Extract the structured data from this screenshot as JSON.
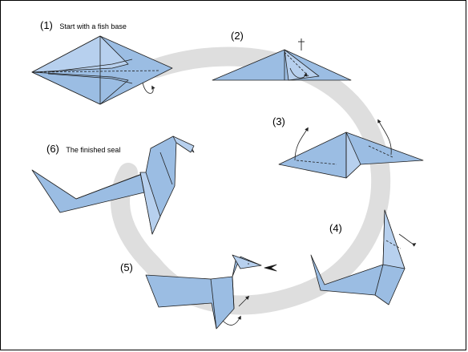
{
  "steps": [
    {
      "number": "(1)",
      "caption": "Start with a fish base"
    },
    {
      "number": "(2)",
      "caption": ""
    },
    {
      "number": "(3)",
      "caption": ""
    },
    {
      "number": "(4)",
      "caption": ""
    },
    {
      "number": "(5)",
      "caption": ""
    },
    {
      "number": "(6)",
      "caption": "The finished seal"
    }
  ],
  "colors": {
    "paper": "#9bbde3",
    "paper_light": "#b7d0ee",
    "outline": "#1f1f1f",
    "path": "#dedede",
    "background": "#ffffff"
  }
}
